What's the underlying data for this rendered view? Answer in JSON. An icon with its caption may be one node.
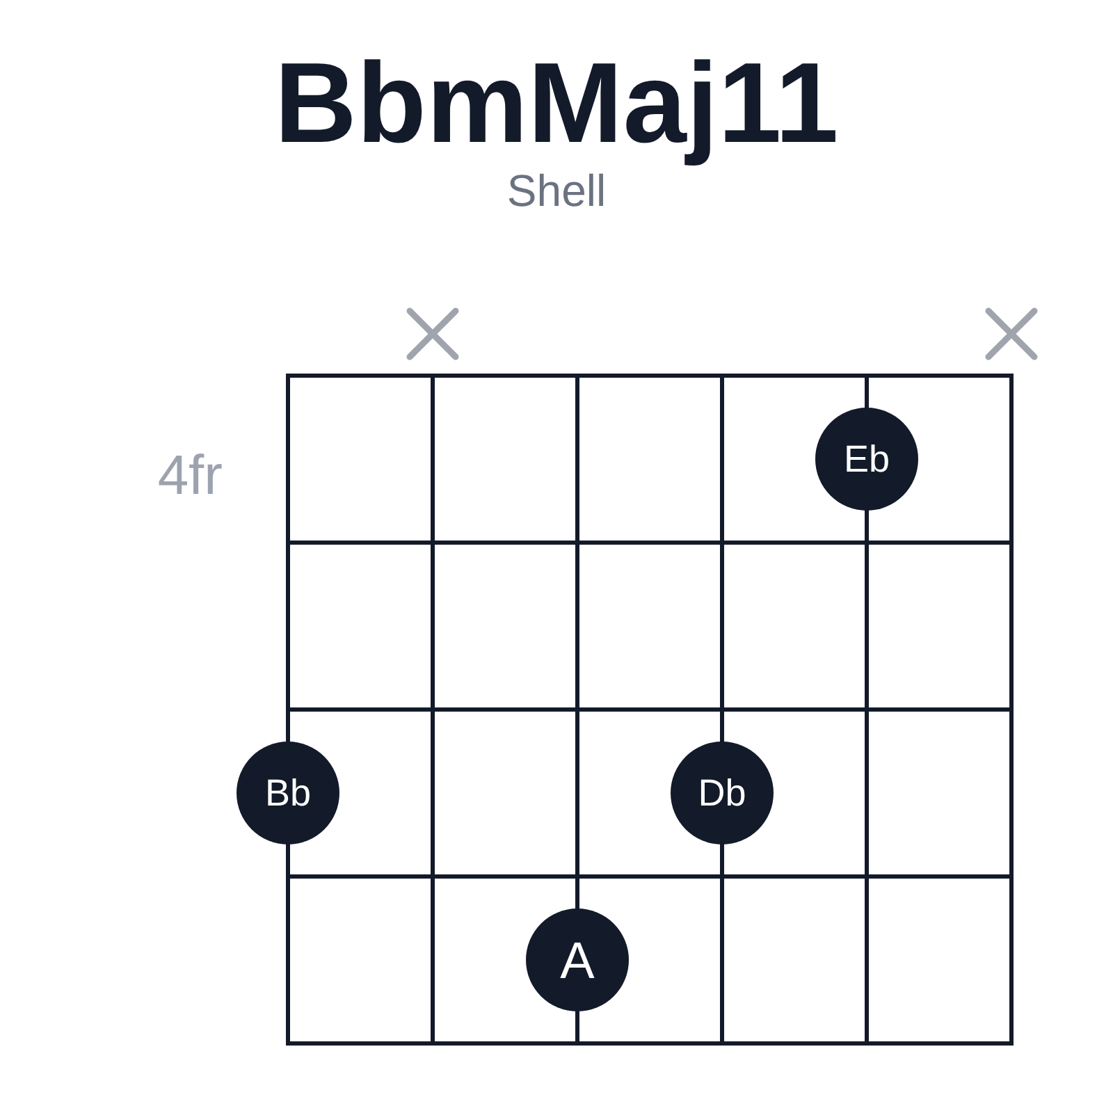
{
  "diagram": {
    "title": "BbmMaj11",
    "nodes": [
      {
        "text": [
          "Eb"
        ]
      },
      {
        "text": [
          "Bb"
        ]
      },
      {
        "text": [
          "Db"
        ]
      },
      {
        "text": [
          "A"
        ]
      }
    ],
    "labels": [
      "Shell",
      "4fr"
    ]
  }
}
